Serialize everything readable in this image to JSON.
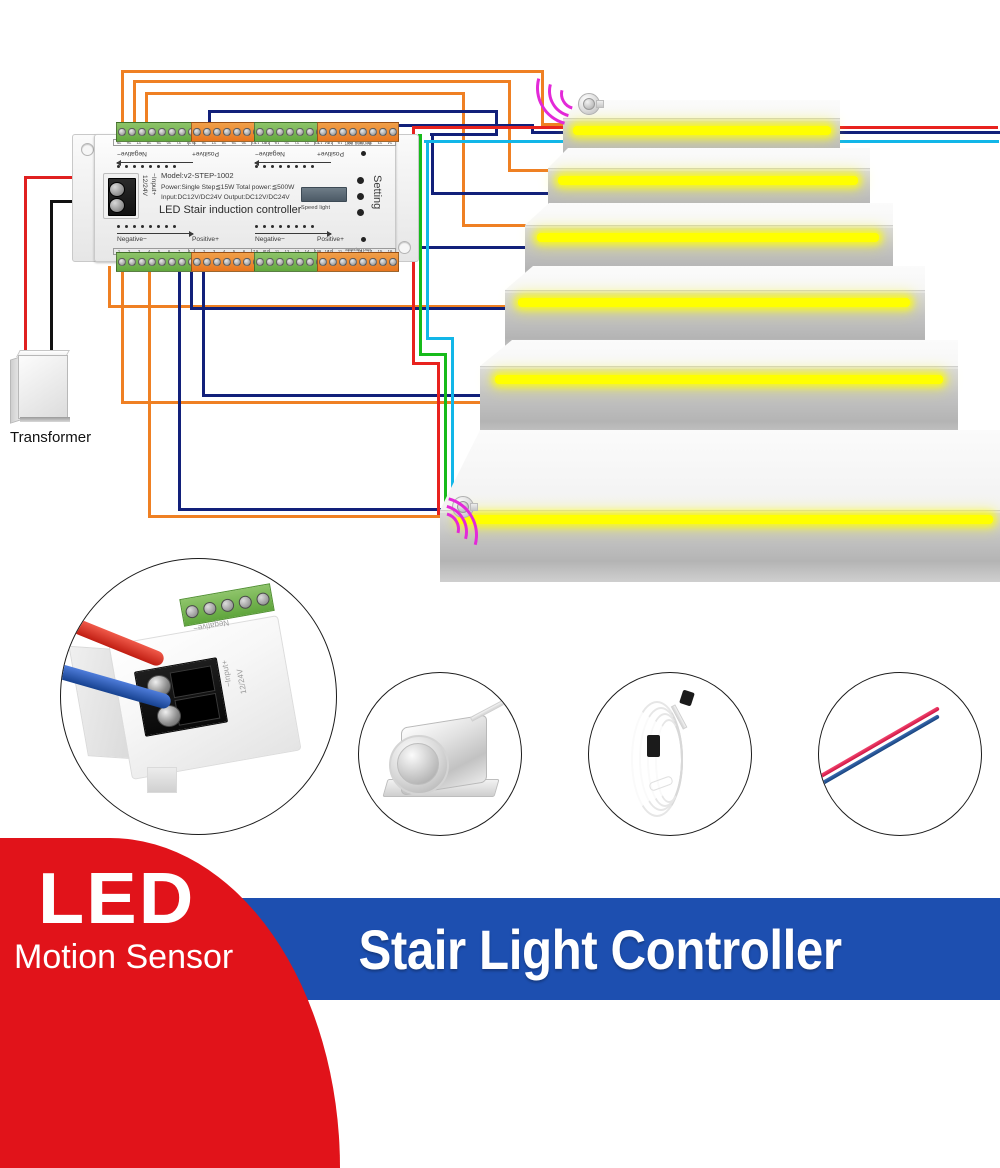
{
  "product": {
    "banner_title": "Stair Light Controller",
    "badge_title": "LED",
    "badge_subtitle": "Motion Sensor",
    "banner_blue_color": "#1d4fb0",
    "banner_red_color": "#e1131a"
  },
  "controller": {
    "model_line": "Model:v2-STEP-1002",
    "power_line": "Power:Single Step≦15W Total power:≦500W",
    "io_line": "Input:DC12V/DC24V Output:DC12V/DC24V",
    "name_line": "LED Stair induction controller",
    "input_label": "−Input+",
    "input_voltage": "12/24V",
    "speed_light_label": "Speed light",
    "setting_label": "Setting",
    "sensing_port_label": "Sensing port",
    "sensing_port_top_label": "Sensing port",
    "terminal_groups": [
      {
        "position": "top-left",
        "polarity": "Negative−",
        "color": "green",
        "numbers": [
          "32",
          "31",
          "30",
          "29",
          "28",
          "27",
          "26",
          "25"
        ]
      },
      {
        "position": "top-mid-left",
        "polarity": "Positive+",
        "color": "orange",
        "numbers": [
          "32",
          "31",
          "30",
          "29",
          "28",
          "27",
          "26",
          "25"
        ]
      },
      {
        "position": "top-mid-right",
        "polarity": "Negative−",
        "color": "green",
        "numbers": [
          "24",
          "23",
          "22",
          "21",
          "20",
          "19",
          "18",
          "17"
        ]
      },
      {
        "position": "top-right",
        "polarity": "Positive+",
        "color": "orange",
        "numbers": [
          "24",
          "23",
          "22",
          "21",
          "20",
          "19",
          "18",
          "17"
        ]
      },
      {
        "position": "bottom-left",
        "polarity": "Negative−",
        "color": "green",
        "numbers": [
          "1",
          "2",
          "3",
          "4",
          "5",
          "6",
          "7",
          "8"
        ]
      },
      {
        "position": "bottom-mid-left",
        "polarity": "Positive+",
        "color": "orange",
        "numbers": [
          "1",
          "2",
          "3",
          "4",
          "5",
          "6",
          "7",
          "8"
        ]
      },
      {
        "position": "bottom-mid-right",
        "polarity": "Negative−",
        "color": "green",
        "numbers": [
          "9",
          "10",
          "11",
          "12",
          "13",
          "14",
          "15",
          "16"
        ]
      },
      {
        "position": "bottom-right",
        "polarity": "Positive+",
        "color": "orange",
        "numbers": [
          "9",
          "10",
          "11",
          "12",
          "13",
          "14",
          "15",
          "16"
        ]
      }
    ]
  },
  "transformer": {
    "label": "Transformer",
    "wire_colors": [
      "#e02020",
      "#111111"
    ]
  },
  "stairs": {
    "step_count": 6,
    "led_color": "#ffff00",
    "sensor_top_name": "pir-sensor-top",
    "sensor_bottom_name": "pir-sensor-bottom"
  },
  "wiring": {
    "colors": {
      "negative": "#ef8023",
      "positive": "#12207a",
      "sensor_red": "#e8221e",
      "sensor_green": "#17bb1b",
      "sensor_cyan": "#12b6e8",
      "signal_arc": "#e329d8"
    }
  },
  "insets": [
    {
      "name": "controller-input-closeup",
      "caption": ""
    },
    {
      "name": "pir-sensor-product",
      "caption": ""
    },
    {
      "name": "sensor-extension-cable",
      "caption": ""
    },
    {
      "name": "power-wire-pair",
      "caption": ""
    }
  ]
}
